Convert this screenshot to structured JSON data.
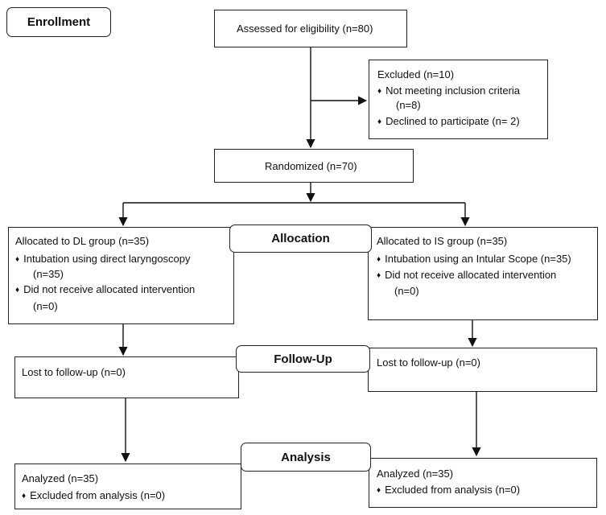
{
  "stages": {
    "enrollment": "Enrollment",
    "allocation": "Allocation",
    "follow_up": "Follow-Up",
    "analysis": "Analysis"
  },
  "assessed": "Assessed for eligibility (n=80)",
  "excluded": {
    "title": "Excluded (n=10)",
    "items": [
      "Not meeting inclusion criteria",
      "(n=8)",
      "Declined to participate (n= 2)"
    ]
  },
  "randomized": "Randomized (n=70)",
  "dl_group": {
    "title": "Allocated to DL group (n=35)",
    "item1": "Intubation using direct laryngoscopy",
    "item1_n": "(n=35)",
    "item2": "Did not receive allocated intervention",
    "item2_n": "(n=0)",
    "lost": "Lost to follow-up (n=0)",
    "analyzed": "Analyzed (n=35)",
    "excluded_analysis": "Excluded from analysis (n=0)"
  },
  "is_group": {
    "title": "Allocated to IS group (n=35)",
    "item1": "Intubation using an Intular Scope (n=35)",
    "item2": "Did not receive allocated intervention",
    "item2_n": "(n=0)",
    "lost": "Lost to follow-up (n=0)",
    "analyzed": "Analyzed (n=35)",
    "excluded_analysis": "Excluded from analysis (n=0)"
  },
  "bullet": "♦"
}
